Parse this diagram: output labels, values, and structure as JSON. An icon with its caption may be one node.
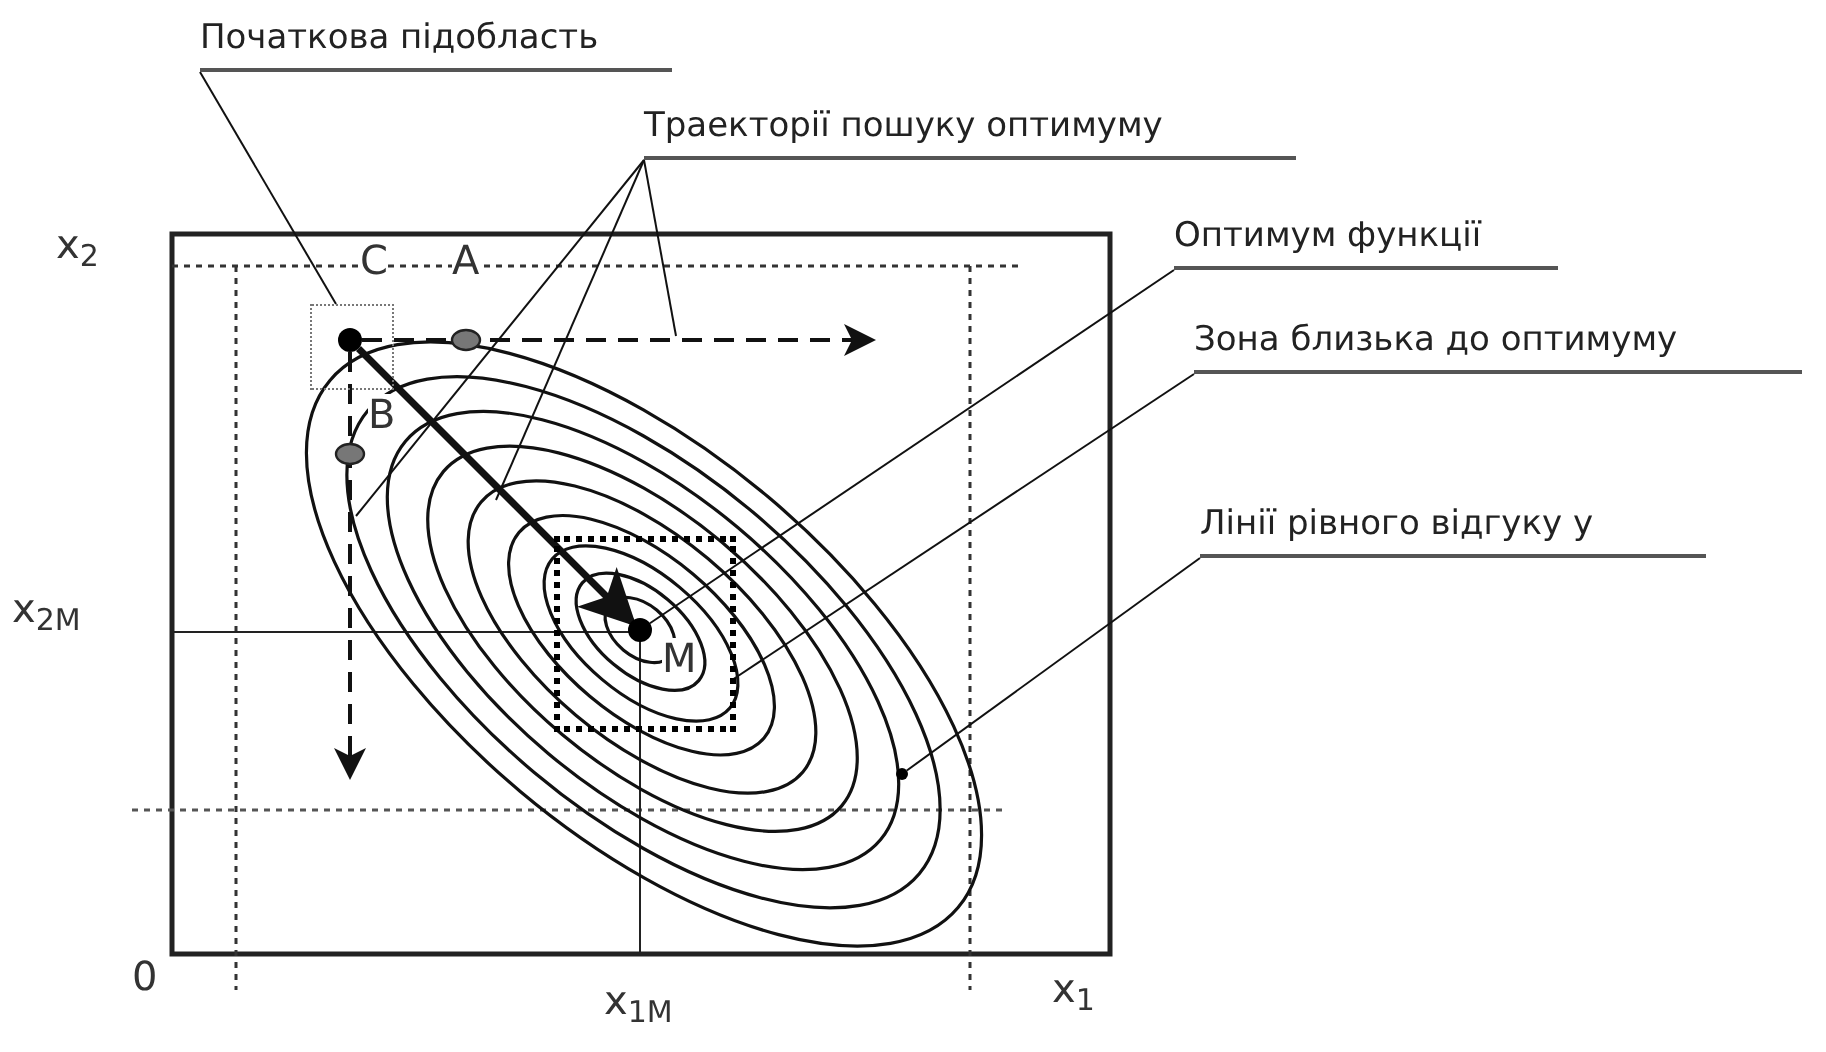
{
  "diagram": {
    "nodes": [
      {
        "text": [
          "Початкова підобласть"
        ]
      },
      {
        "text": [
          "Траекторії пошуку оптимуму"
        ]
      },
      {
        "text": [
          "Оптимум функції"
        ]
      },
      {
        "text": [
          "Зона близька до оптимуму"
        ]
      },
      {
        "text": [
          "Лінії рівного відгуку y"
        ]
      },
      {
        "text": [],
        "shape": "box"
      },
      {
        "text": [],
        "shape": "circle",
        "in": 5
      },
      {
        "text": [],
        "shape": "box"
      },
      {
        "text": [],
        "shape": "circle",
        "in": 7
      },
      {
        "text": [],
        "shape": "circle"
      }
    ],
    "edges": [
      {
        "from": 0,
        "to": 5,
        "arrow": "none"
      },
      {
        "from": 1,
        "to": null,
        "arrow": "none"
      },
      {
        "from": 1,
        "to": null,
        "arrow": "none"
      },
      {
        "from": 1,
        "to": null,
        "arrow": "none"
      },
      {
        "from": 2,
        "to": 8,
        "arrow": "none"
      },
      {
        "from": 3,
        "to": 7,
        "arrow": "none"
      },
      {
        "from": 4,
        "to": 9,
        "arrow": "none"
      },
      {
        "from": 6,
        "to": null,
        "arrow": "to",
        "style": "dashed"
      },
      {
        "from": 6,
        "to": null,
        "arrow": "to",
        "style": "dashed"
      },
      {
        "from": 6,
        "to": 8,
        "arrow": "to",
        "style": "thick"
      }
    ],
    "labels": [
      "x$_{2}$",
      "C",
      "A",
      "B",
      "x$_{2M}$",
      "M",
      "0",
      "x$_{1M}$",
      "x$_{1}$"
    ]
  }
}
